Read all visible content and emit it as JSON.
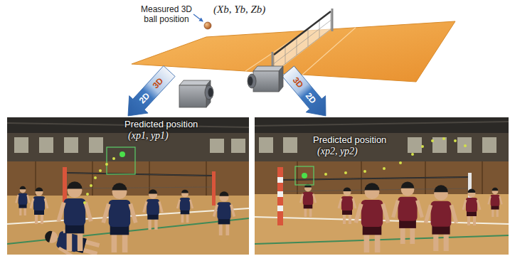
{
  "diagram": {
    "nodes": [
      {
        "text": [
          "Predicted position",
          "(xp1, yp1)"
        ]
      },
      {
        "text": [
          "Predicted position",
          "(xp2, yp2)"
        ]
      }
    ],
    "labels": [
      "Measured 3D ball position",
      "(Xb, Yb, Zb)",
      "3D",
      "2D",
      "3D",
      "2D"
    ]
  }
}
